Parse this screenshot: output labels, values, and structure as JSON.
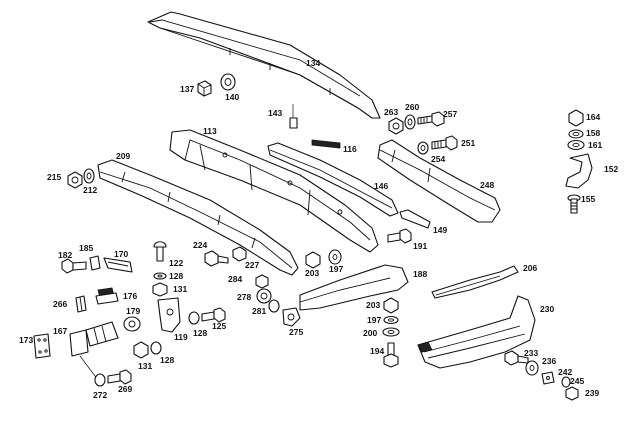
{
  "diagram": {
    "labels": {
      "l134": "134",
      "l137": "137",
      "l140": "140",
      "l143": "143",
      "l113": "113",
      "l116": "116",
      "l146": "146",
      "l209": "209",
      "l215": "215",
      "l212": "212",
      "l263": "263",
      "l260": "260",
      "l257": "257",
      "l254": "254",
      "l251": "251",
      "l248": "248",
      "l164": "164",
      "l158": "158",
      "l161": "161",
      "l152": "152",
      "l155": "155",
      "l149": "149",
      "l191": "191",
      "l182": "182",
      "l185": "185",
      "l170": "170",
      "l122": "122",
      "l128a": "128",
      "l131a": "131",
      "l224": "224",
      "l227": "227",
      "l203a": "203",
      "l197a": "197",
      "l188": "188",
      "l206": "206",
      "l284": "284",
      "l278": "278",
      "l281": "281",
      "l275": "275",
      "l266": "266",
      "l176": "176",
      "l179": "179",
      "l119": "119",
      "l128b": "128",
      "l125": "125",
      "l173": "173",
      "l167": "167",
      "l131b": "131",
      "l128c": "128",
      "l272": "272",
      "l269": "269",
      "l203b": "203",
      "l197b": "197",
      "l200": "200",
      "l194": "194",
      "l230": "230",
      "l233": "233",
      "l236": "236",
      "l242": "242",
      "l245": "245",
      "l239": "239"
    }
  }
}
